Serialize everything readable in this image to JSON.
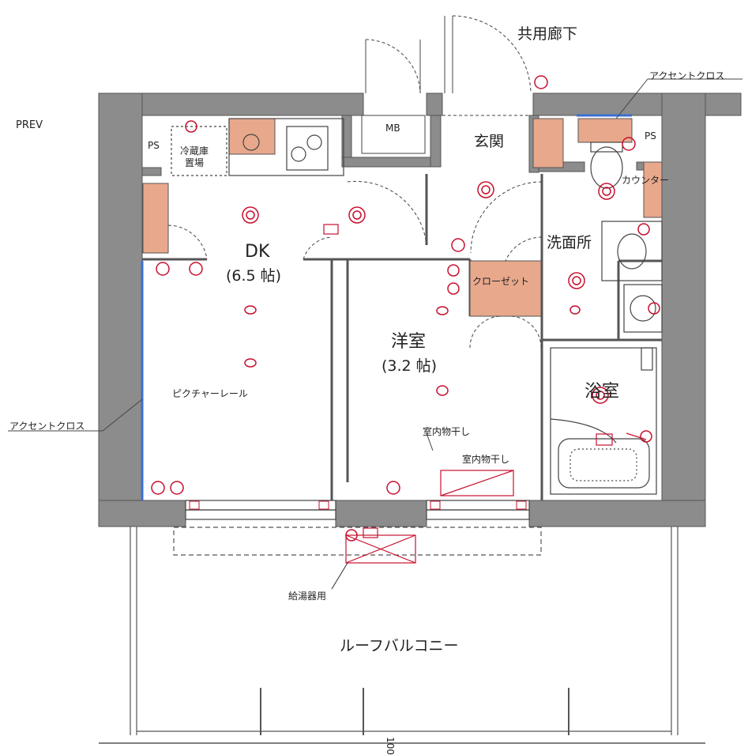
{
  "header": {
    "corridor": "共用廊下",
    "prev": "PREV"
  },
  "callouts": {
    "accent_top": "アクセントクロス",
    "accent_left": "アクセントクロス",
    "counter": "カウンター"
  },
  "rooms": {
    "dk": {
      "name": "DK",
      "size": "(6.5 帖)"
    },
    "western": {
      "name": "洋室",
      "size": "(3.2 帖)"
    },
    "entrance": "玄関",
    "washroom": "洗面所",
    "bath": "浴室",
    "closet": "クローゼット",
    "mb": "MB",
    "ps_left": "PS",
    "ps_right": "PS",
    "fridge": "冷蔵庫\n置場",
    "balcony": "ルーフバルコニー"
  },
  "notes": {
    "picture_rail": "ピクチャーレール",
    "drying1": "室内物干し",
    "drying2": "室内物干し",
    "water_heater": "給湯器用",
    "dim": "100"
  },
  "colors": {
    "wall": "#8c8c8c",
    "accent": "#e8a88c",
    "symbol": "#c8102e",
    "line": "#444444"
  }
}
